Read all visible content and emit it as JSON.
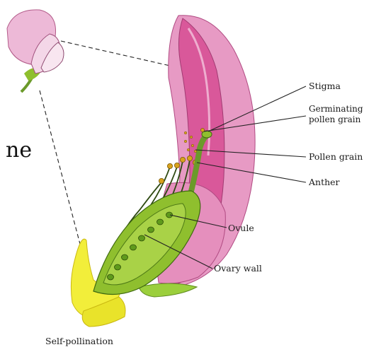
{
  "fragment_text": "ne",
  "labels": {
    "stigma": "Stigma",
    "germinating_line1": "Germinating",
    "germinating_line2": "pollen grain",
    "pollen_grain": "Pollen grain",
    "anther": "Anther",
    "ovule": "Ovule",
    "ovary_wall": "Ovary wall",
    "self_pollination": "Self-pollination"
  },
  "colors": {
    "petal_pink": "#e79ac4",
    "petal_deep": "#d9589a",
    "petal_light": "#f6d3e6",
    "ovary_green": "#8fbf2e",
    "ovule_green": "#5f9a1c",
    "stem_green": "#6b9a2a",
    "sepal_yellow": "#f2ee3a",
    "pollen_gold": "#d8a21c",
    "line": "#222222"
  }
}
